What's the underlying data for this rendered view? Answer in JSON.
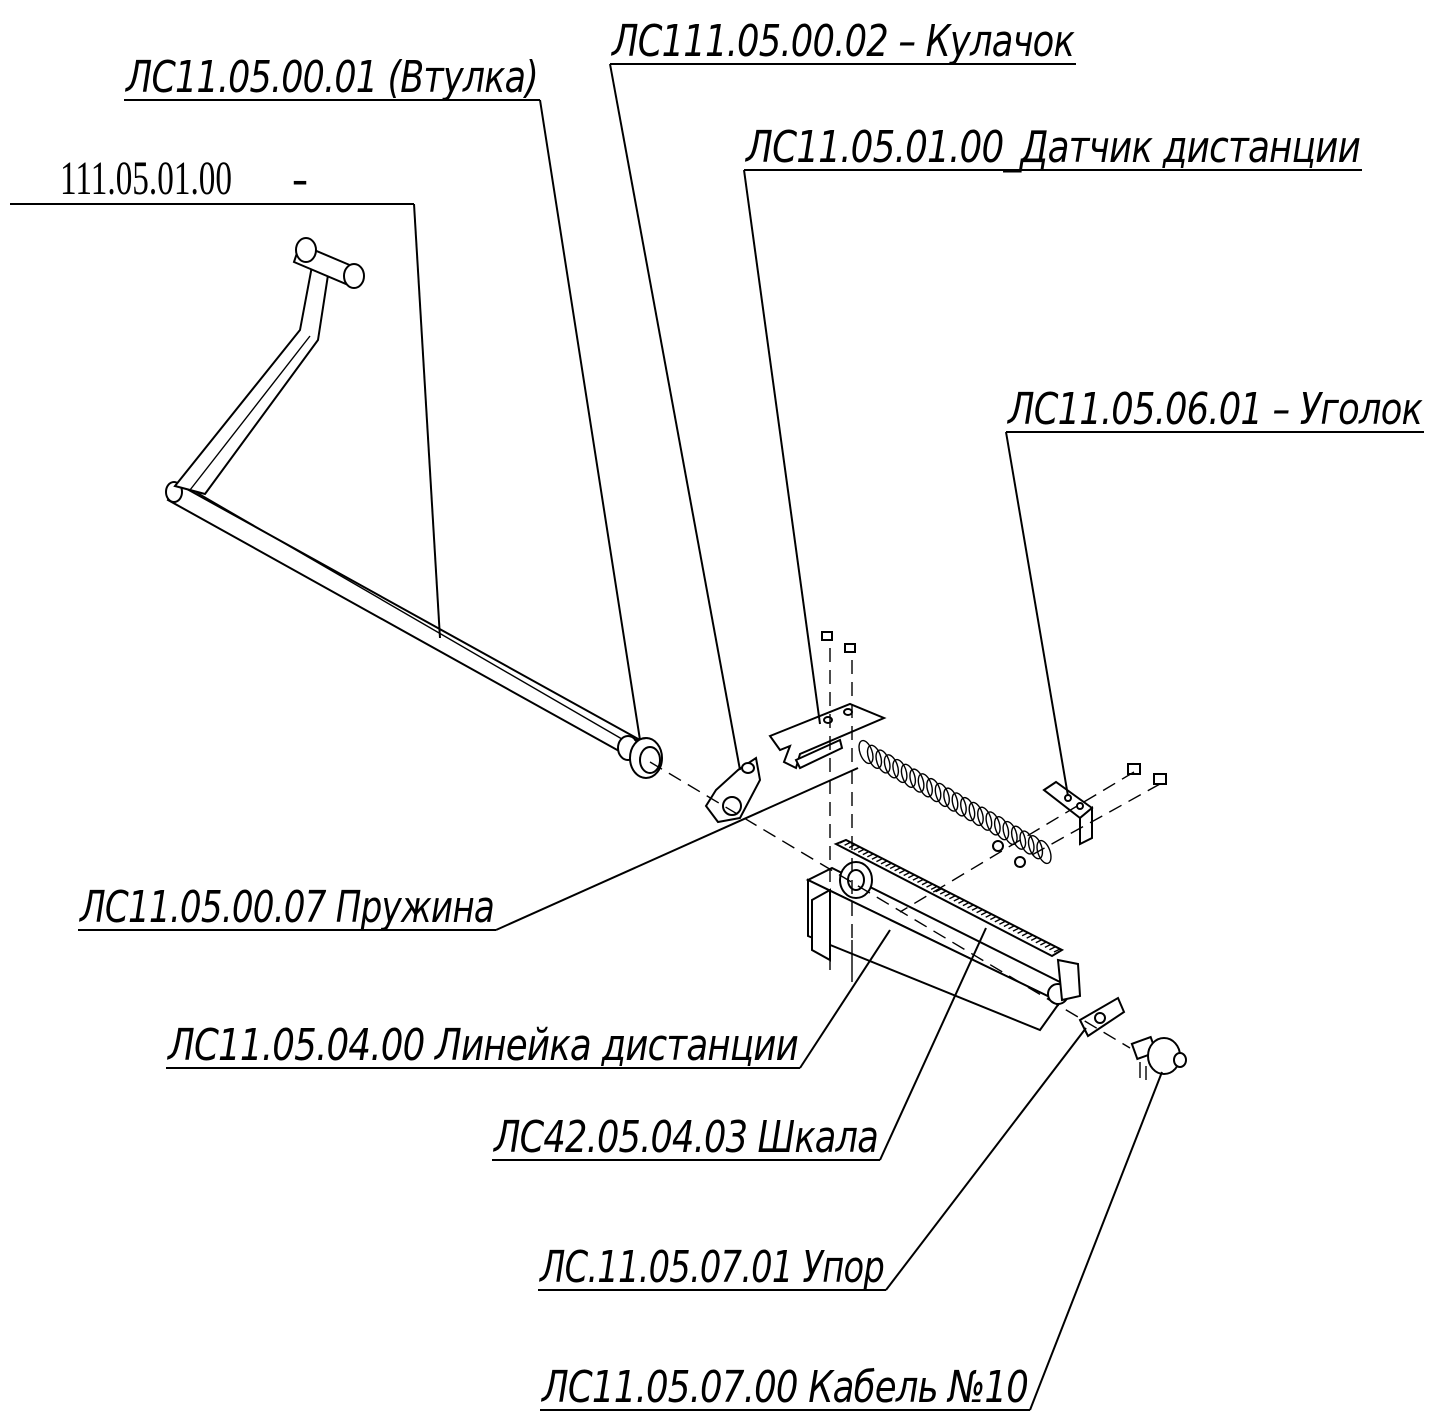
{
  "labels": {
    "handle": "111.05.01.00",
    "handle_dash": "-",
    "bushing": "ЛС11.05.00.01 (Втулка)",
    "cam": "ЛС111.05.00.02 – Кулачок",
    "sensor": "ЛС11.05.01.00_Датчик дистанции",
    "angle": "ЛС11.05.06.01 – Уголок",
    "spring": "ЛС11.05.00.07 Пружина",
    "ruler": "ЛС11.05.04.00 Линейка дистанции",
    "scale": "ЛС42.05.04.03 Шкала",
    "stop": "ЛС.11.05.07.01 Упор",
    "cable": "ЛС11.05.07.00 Кабель №10"
  }
}
